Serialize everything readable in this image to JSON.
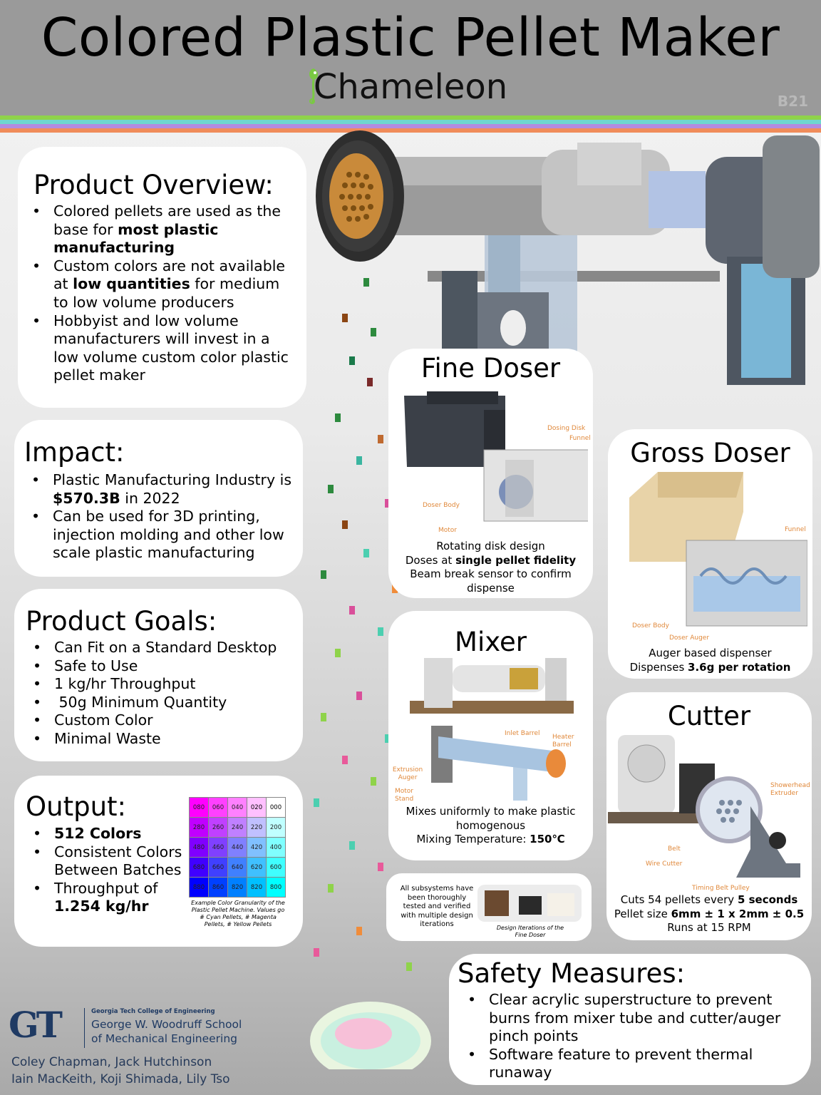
{
  "header": {
    "title": "Colored Plastic Pellet Maker",
    "brand": "Chameleon",
    "code": "B21"
  },
  "overview": {
    "heading": "Product Overview:",
    "items": [
      [
        "Colored pellets are used as the base for ",
        "most plastic manufacturing",
        ""
      ],
      [
        "Custom colors are not available at ",
        "low quantities",
        " for medium to low volume producers"
      ],
      [
        "Hobbyist and low volume manufacturers will invest in a low volume custom color plastic pellet maker",
        "",
        ""
      ]
    ]
  },
  "impact": {
    "heading": "Impact:",
    "items": [
      [
        "Plastic Manufacturing Industry is ",
        "$570.3B",
        " in 2022"
      ],
      [
        "Can be used for 3D printing, injection molding and other low scale plastic manufacturing",
        "",
        ""
      ]
    ]
  },
  "goals": {
    "heading": "Product Goals:",
    "items": [
      "Can Fit on a Standard Desktop",
      "Safe to Use",
      "1 kg/hr Throughput",
      " 50g Minimum Quantity",
      "Custom Color",
      "Minimal Waste"
    ]
  },
  "output": {
    "heading": "Output:",
    "items": [
      [
        "",
        "512 Colors",
        ""
      ],
      [
        "Consistent Colors Between Batches",
        "",
        ""
      ],
      [
        "Throughput of ",
        "1.254 kg/hr",
        ""
      ]
    ],
    "grid": [
      [
        "080",
        "060",
        "040",
        "020",
        "000"
      ],
      [
        "280",
        "260",
        "240",
        "220",
        "200"
      ],
      [
        "480",
        "460",
        "440",
        "420",
        "400"
      ],
      [
        "680",
        "660",
        "640",
        "620",
        "600"
      ],
      [
        "880",
        "860",
        "820",
        "820",
        "800"
      ]
    ],
    "grid_colors": [
      [
        "#ff00ff",
        "#ff40ff",
        "#ff80ff",
        "#ffc0ff",
        "#ffffff"
      ],
      [
        "#c000ff",
        "#c040ff",
        "#c080ff",
        "#c0c0ff",
        "#c0ffff"
      ],
      [
        "#8000ff",
        "#8040ff",
        "#8080ff",
        "#80c0ff",
        "#80ffff"
      ],
      [
        "#4000ff",
        "#4040ff",
        "#4080ff",
        "#40c0ff",
        "#40ffff"
      ],
      [
        "#0000ff",
        "#0040ff",
        "#0080ff",
        "#00c0ff",
        "#00ffff"
      ]
    ],
    "caption": "Example Color Granularity of the Plastic Pellet Machine. Values go # Cyan Pellets, # Magenta Pellets, # Yellow Pellets"
  },
  "fine_doser": {
    "heading": "Fine Doser",
    "labels": [
      "Dosing Disk",
      "Funnel",
      "Doser Body",
      "Motor"
    ],
    "lines": [
      [
        "Rotating disk design",
        "",
        ""
      ],
      [
        "Doses at ",
        "single pellet fidelity",
        ""
      ],
      [
        "Beam break sensor to confirm dispense",
        "",
        ""
      ]
    ]
  },
  "gross_doser": {
    "heading": "Gross Doser",
    "labels": [
      "Funnel",
      "Doser Body",
      "Doser Auger"
    ],
    "lines": [
      [
        "Auger based dispenser",
        "",
        ""
      ],
      [
        "Dispenses ",
        "3.6g per rotation",
        ""
      ]
    ]
  },
  "mixer": {
    "heading": "Mixer",
    "labels": [
      "Inlet Barrel",
      "Heater Barrel",
      "Extrusion Auger",
      "Motor Stand"
    ],
    "lines": [
      [
        "Mixes uniformly to make plastic homogenous",
        "",
        ""
      ],
      [
        "Mixing Temperature: ",
        "150℃",
        ""
      ]
    ]
  },
  "iterations": {
    "text": "All subsystems have been thoroughly tested and verified with multiple design iterations",
    "caption": "Design Iterations of the Fine Doser"
  },
  "cutter": {
    "heading": "Cutter",
    "labels": [
      "Showerhead Extruder",
      "Belt",
      "Wire Cutter",
      "Timing Belt Pulley"
    ],
    "lines": [
      [
        "Cuts 54 pellets every ",
        "5 seconds",
        ""
      ],
      [
        "Pellet size ",
        "6mm ± 1 x 2mm ± 0.5",
        ""
      ],
      [
        "Runs at 15 RPM",
        "",
        ""
      ]
    ]
  },
  "safety": {
    "heading": "Safety Measures:",
    "items": [
      "Clear acrylic superstructure to prevent burns from mixer tube and cutter/auger pinch points",
      "Software feature to prevent thermal runaway"
    ]
  },
  "footer": {
    "gt_logo": "GT",
    "college": "Georgia Tech College of Engineering",
    "school_line1": "George W. Woodruff School",
    "school_line2": "of Mechanical Engineering",
    "authors_line1": "Coley Chapman, Jack Hutchinson",
    "authors_line2": "Iain MacKeith, Koji Shimada, Lily Tso"
  },
  "colors": {
    "header_bg": "#9a9a9a",
    "callout": "#e0883a",
    "gt_navy": "#1f3a63",
    "stripes": [
      "#8fd34a",
      "#6fd6cf",
      "#b38be0",
      "#f08c5a"
    ]
  }
}
